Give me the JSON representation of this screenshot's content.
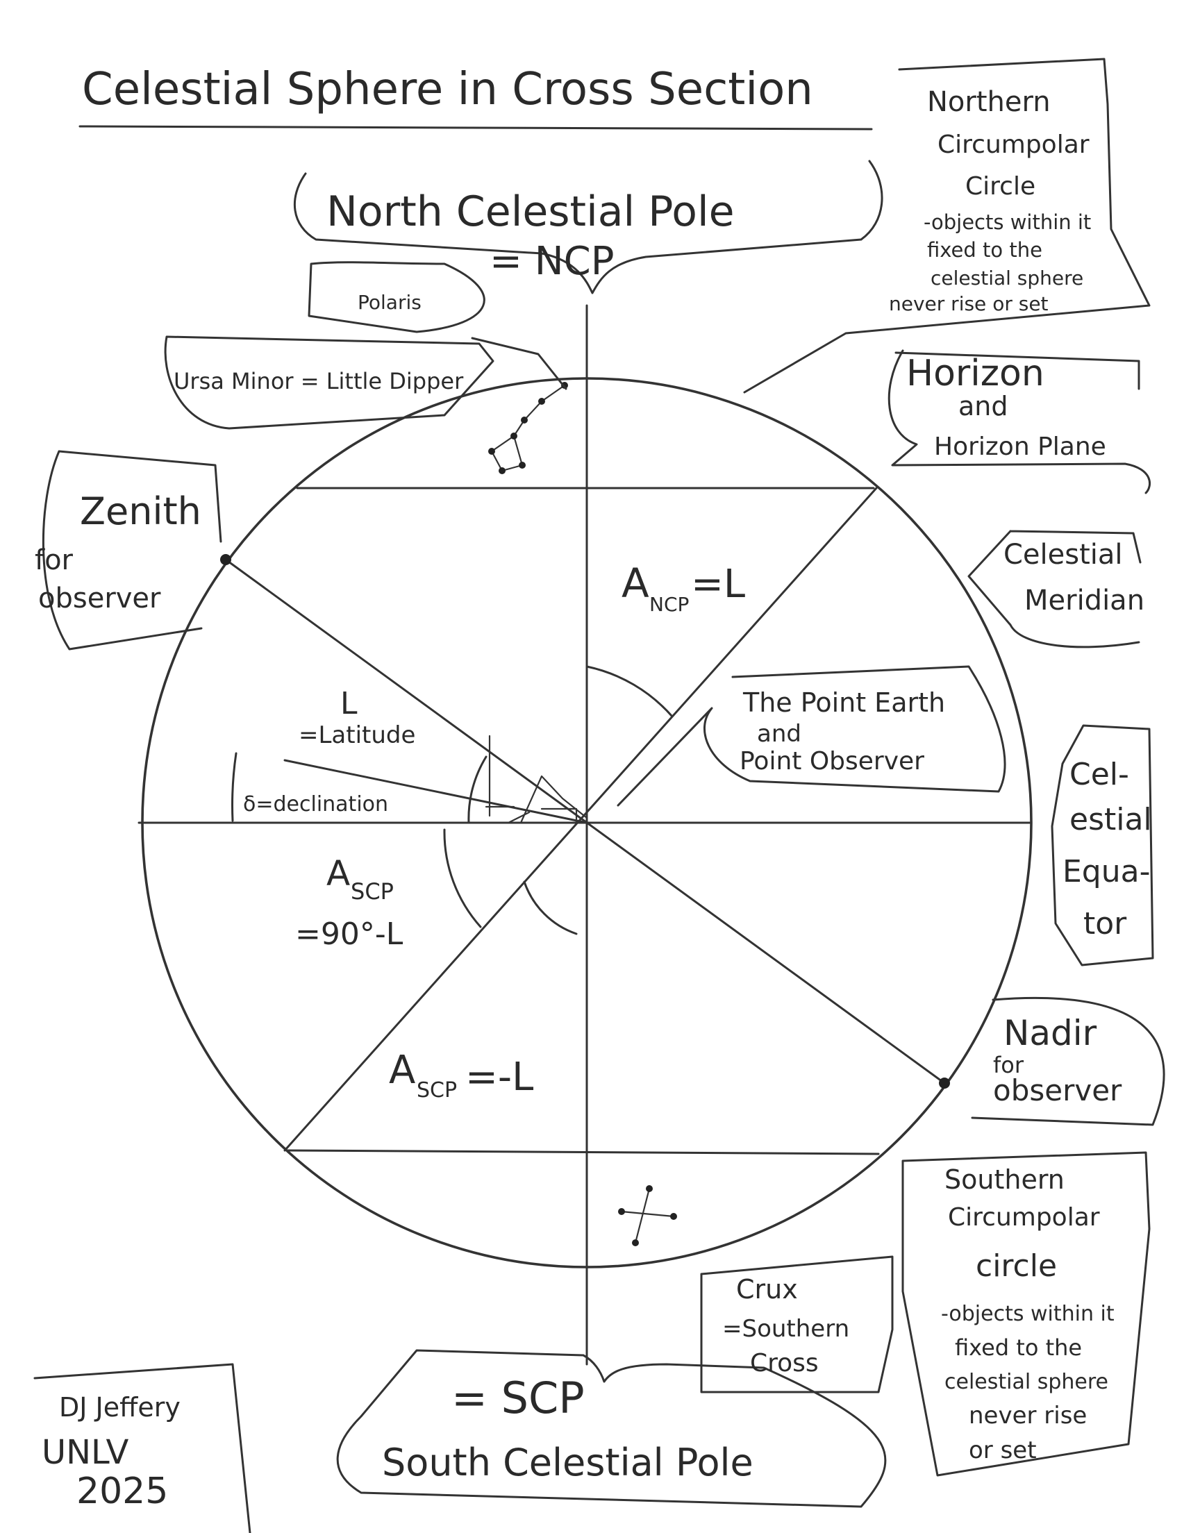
{
  "title": "Celestial Sphere in Cross Section",
  "ncp": {
    "name": "North Celestial Pole",
    "abbrev": "= NCP"
  },
  "scp": {
    "abbrev": "= SCP",
    "name": "South Celestial Pole"
  },
  "northern_circumpolar": {
    "lines": [
      "Northern",
      "Circumpolar",
      "Circle",
      "-objects within it",
      "fixed to the",
      "celestial sphere",
      "never rise or set"
    ]
  },
  "polaris": "Polaris",
  "ursa_minor": "Ursa Minor = Little Dipper",
  "horizon": {
    "lines": [
      "Horizon",
      "and",
      "Horizon Plane"
    ]
  },
  "zenith": {
    "lines": [
      "Zenith",
      "for",
      "observer"
    ]
  },
  "celestial_meridian": {
    "lines": [
      "Celestial",
      "Meridian"
    ]
  },
  "a_ncp": {
    "main": "A",
    "sub": "NCP",
    "rest": "=L"
  },
  "latitude": {
    "symbol": "L",
    "label": "=Latitude"
  },
  "declination": "δ=declination",
  "point_earth_observer": {
    "lines": [
      "The Point Earth",
      "and",
      "Point Observer"
    ]
  },
  "celestial_equator": {
    "lines": [
      "Cel-",
      "estial",
      "Equa-",
      "tor"
    ]
  },
  "a_scp_positive": {
    "main": "A",
    "sub": "SCP",
    "rest": "=90°-L"
  },
  "a_scp_negative": {
    "main": "A",
    "sub": "SCP",
    "rest": "=-L"
  },
  "nadir": {
    "lines": [
      "Nadir",
      "for",
      "observer"
    ]
  },
  "southern_circumpolar": {
    "lines": [
      "Southern",
      "Circumpolar",
      "circle",
      "-objects within it",
      "fixed to the",
      "celestial sphere",
      "never rise",
      "or set"
    ]
  },
  "crux": {
    "lines": [
      "Crux",
      "=Southern",
      "Cross"
    ]
  },
  "author": {
    "lines": [
      "DJ Jeffery",
      "UNLV",
      "2025"
    ]
  },
  "colors": {
    "ink": "#333333",
    "paper": "#ffffff"
  }
}
